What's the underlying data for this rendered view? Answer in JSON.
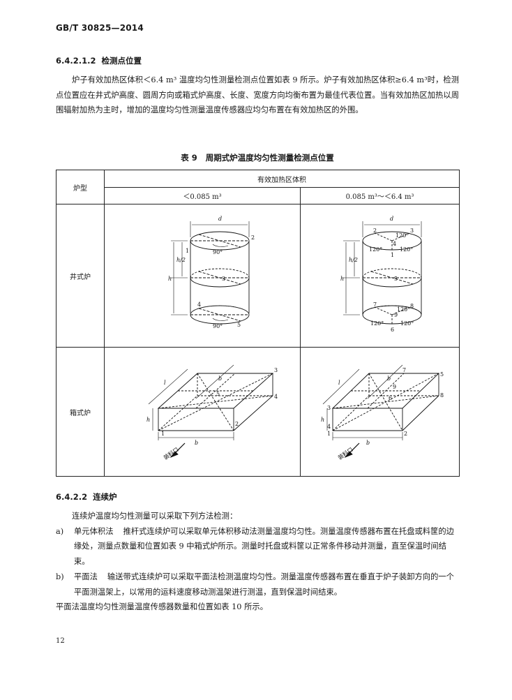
{
  "header": {
    "standard": "GB/T 30825—2014"
  },
  "section_6_4_2_1_2": {
    "number": "6.4.2.1.2",
    "title": "检测点位置",
    "paragraph": "炉子有效加热区体积＜6.4 m³ 温度均匀性测量检测点位置如表 9 所示。炉子有效加热区体积≥6.4 m³时，检测点位置应在井式炉高度、圆周方向或箱式炉高度、长度、宽度方向均衡布置为最佳代表位置。当有效加热区加热以周围辐射加热为主时，增加的温度均匀性测量温度传感器应均匀布置在有效加热区的外围。"
  },
  "table9": {
    "number": "表 9",
    "title": "周期式炉温度均匀性测量检测点位置",
    "col_furnace": "炉型",
    "col_volume": "有效加热区体积",
    "col_small": "＜0.085 m³",
    "col_large": "0.085 m³～＜6.4 m³",
    "row_pit": "井式炉",
    "row_box": "箱式炉",
    "fig_labels": {
      "d": "d",
      "h": "h",
      "h_half": "h/2",
      "l": "l",
      "b": "b",
      "deg90": "90°",
      "deg120": "120°",
      "n1": "1",
      "n2": "2",
      "n3": "3",
      "n4": "4",
      "n5": "5",
      "n6": "6",
      "n7": "7",
      "n8": "8",
      "n9": "9",
      "load_port": "装料口"
    }
  },
  "section_6_4_2_2": {
    "number": "6.4.2.2",
    "title": "连续炉",
    "intro": "连续炉温度均匀性测量可以采取下列方法检测：",
    "items": [
      {
        "marker": "a)",
        "term": "单元体积法",
        "text": "推杆式连续炉可以采取单元体积移动法测量温度均匀性。测量温度传感器布置在托盘或料筐的边缘处，测量点数量和位置如表 9 中箱式炉所示。测量时托盘或料筐以正常条件移动并测量，直至保温时间结束。"
      },
      {
        "marker": "b)",
        "term": "平面法",
        "text": "输送带式连续炉可以采取平面法检测温度均匀性。测量温度传感器布置在垂直于炉子装卸方向的一个平面测温架上，以常用的运料速度移动测温架进行测温，直到保温时间结束。"
      }
    ],
    "closing": "平面法温度均匀性测量温度传感器数量和位置如表 10 所示。"
  },
  "footer": {
    "page_number": "12"
  }
}
